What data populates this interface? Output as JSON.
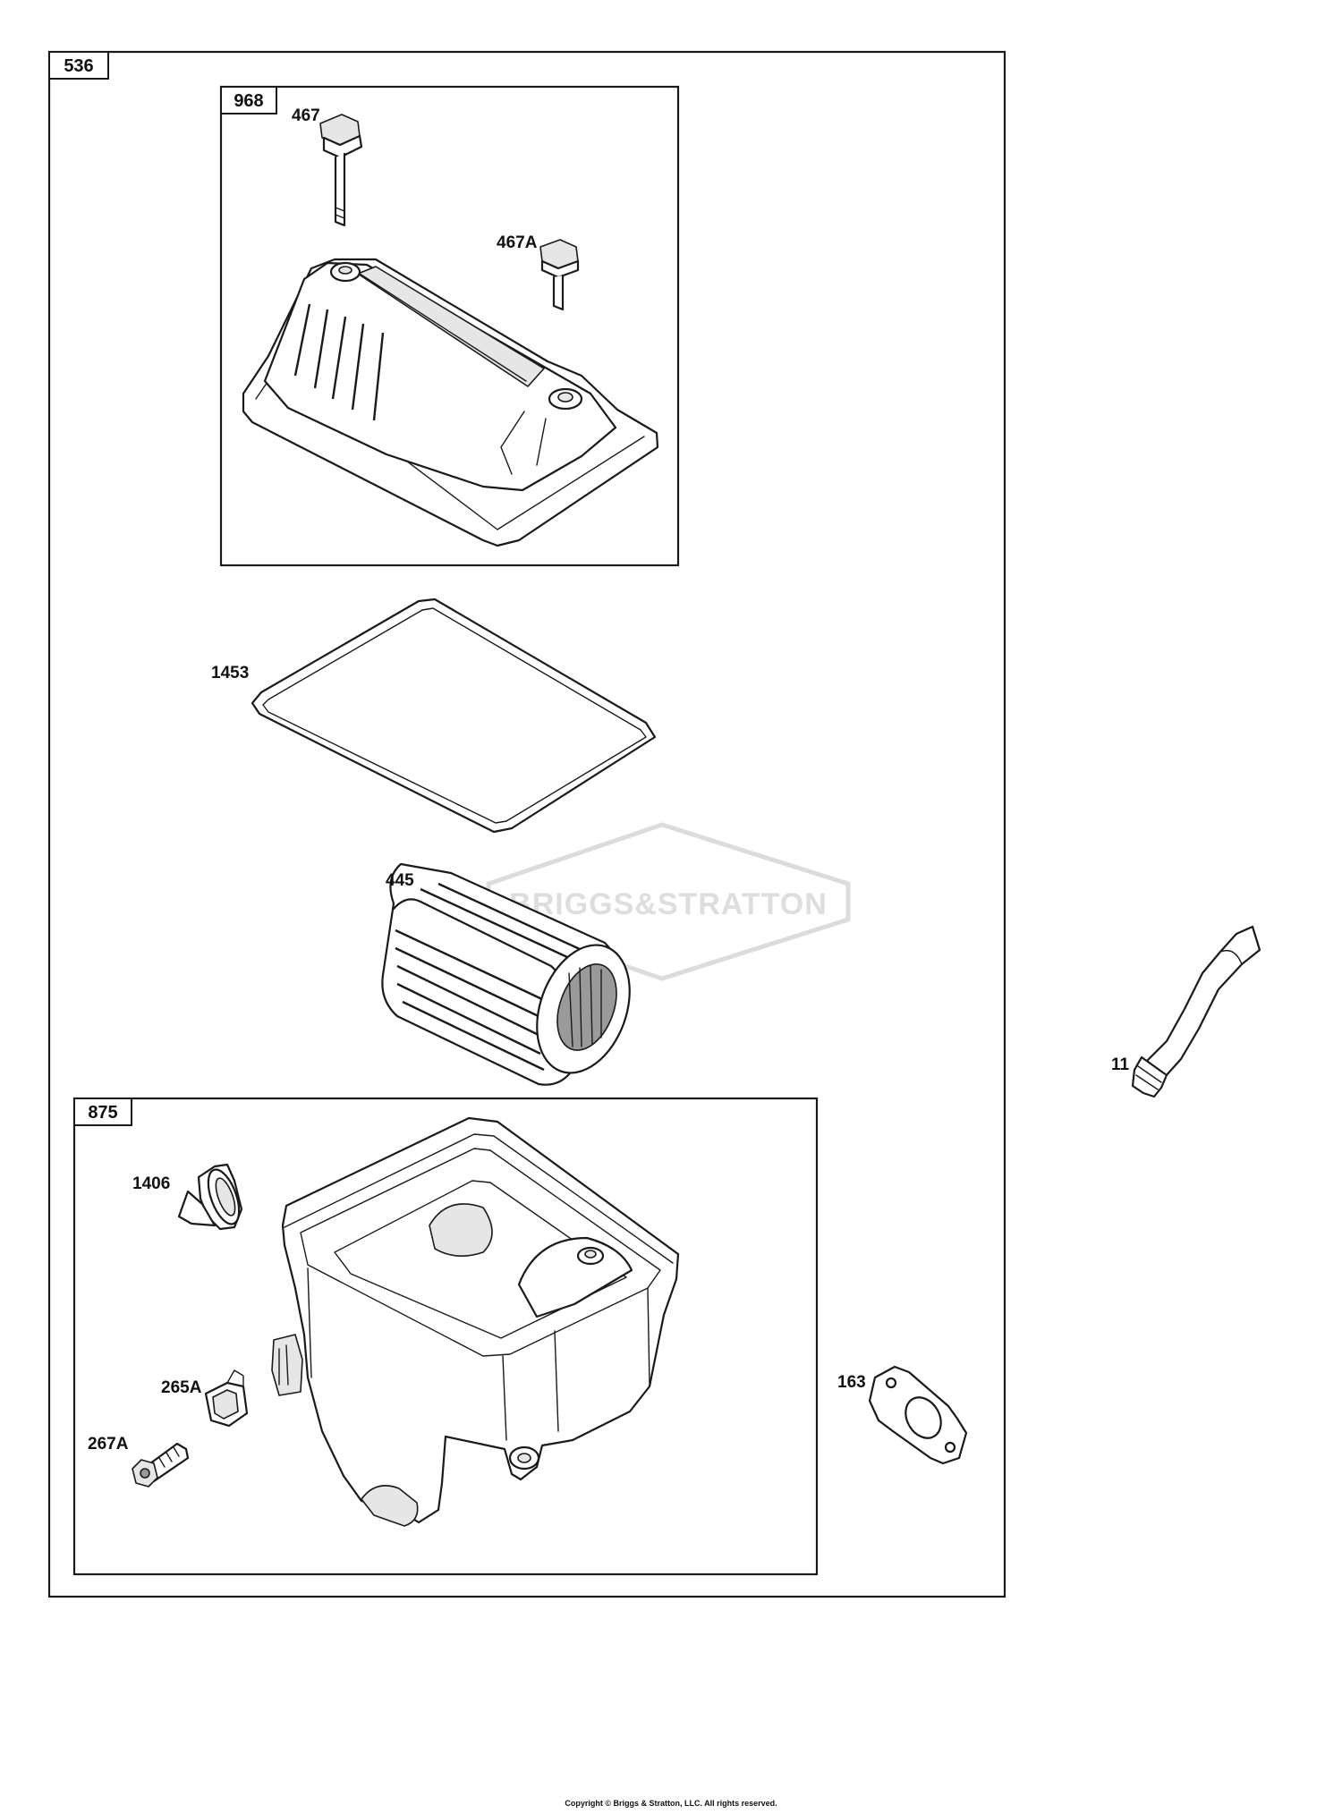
{
  "assemblies": {
    "outer": {
      "id": "536"
    },
    "breather_cover": {
      "id": "968"
    },
    "air_box": {
      "id": "875"
    }
  },
  "callouts": {
    "p467": "467",
    "p467a": "467A",
    "p1453": "1453",
    "p445": "445",
    "p11": "11",
    "p1406": "1406",
    "p265a": "265A",
    "p267a": "267A",
    "p163": "163"
  },
  "watermark": {
    "brand": "BRIGGS&STRATTON"
  },
  "footer": {
    "copyright": "Copyright © Briggs & Stratton, LLC. All rights reserved."
  }
}
